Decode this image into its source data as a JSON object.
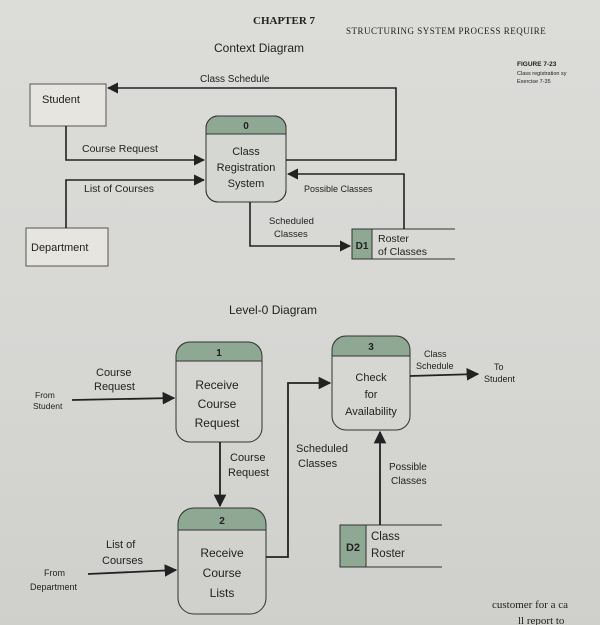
{
  "header": {
    "chapter": "CHAPTER 7",
    "running_title": "STRUCTURING SYSTEM PROCESS REQUIRE"
  },
  "figure": {
    "number": "FIGURE 7-23",
    "caption_line1": "Class registration sy",
    "caption_line2": "Exercise 7-35"
  },
  "context_diagram": {
    "title": "Context Diagram",
    "process": {
      "id": "0",
      "line1": "Class",
      "line2": "Registration",
      "line3": "System"
    },
    "entities": {
      "student": "Student",
      "department": "Department"
    },
    "datastore": {
      "id": "D1",
      "line1": "Roster",
      "line2": "of Classes"
    },
    "flows": {
      "class_schedule": "Class Schedule",
      "course_request": "Course Request",
      "list_of_courses": "List of Courses",
      "possible_classes": "Possible Classes",
      "scheduled_line1": "Scheduled",
      "scheduled_line2": "Classes"
    }
  },
  "level0_diagram": {
    "title": "Level-0 Diagram",
    "p1": {
      "id": "1",
      "line1": "Receive",
      "line2": "Course",
      "line3": "Request"
    },
    "p2": {
      "id": "2",
      "line1": "Receive",
      "line2": "Course",
      "line3": "Lists"
    },
    "p3": {
      "id": "3",
      "line1": "Check",
      "line2": "for",
      "line3": "Availability"
    },
    "datastore": {
      "id": "D2",
      "line1": "Class",
      "line2": "Roster"
    },
    "flows": {
      "from_student_1": "From",
      "from_student_2": "Student",
      "course_request_1": "Course",
      "course_request_2": "Request",
      "p1p2_1": "Course",
      "p1p2_2": "Request",
      "scheduled_1": "Scheduled",
      "scheduled_2": "Classes",
      "class_schedule_1": "Class",
      "class_schedule_2": "Schedule",
      "to_student_1": "To",
      "to_student_2": "Student",
      "possible_1": "Possible",
      "possible_2": "Classes",
      "list_courses_1": "List of",
      "list_courses_2": "Courses",
      "from_dept_1": "From",
      "from_dept_2": "Department"
    }
  },
  "footer": {
    "line1": "customer for a ca",
    "line2": "ll report to"
  },
  "colors": {
    "process_header": "#8fa893",
    "process_body": "#d5d8d2",
    "entity_fill": "#e6e5e0",
    "line": "#222222"
  }
}
